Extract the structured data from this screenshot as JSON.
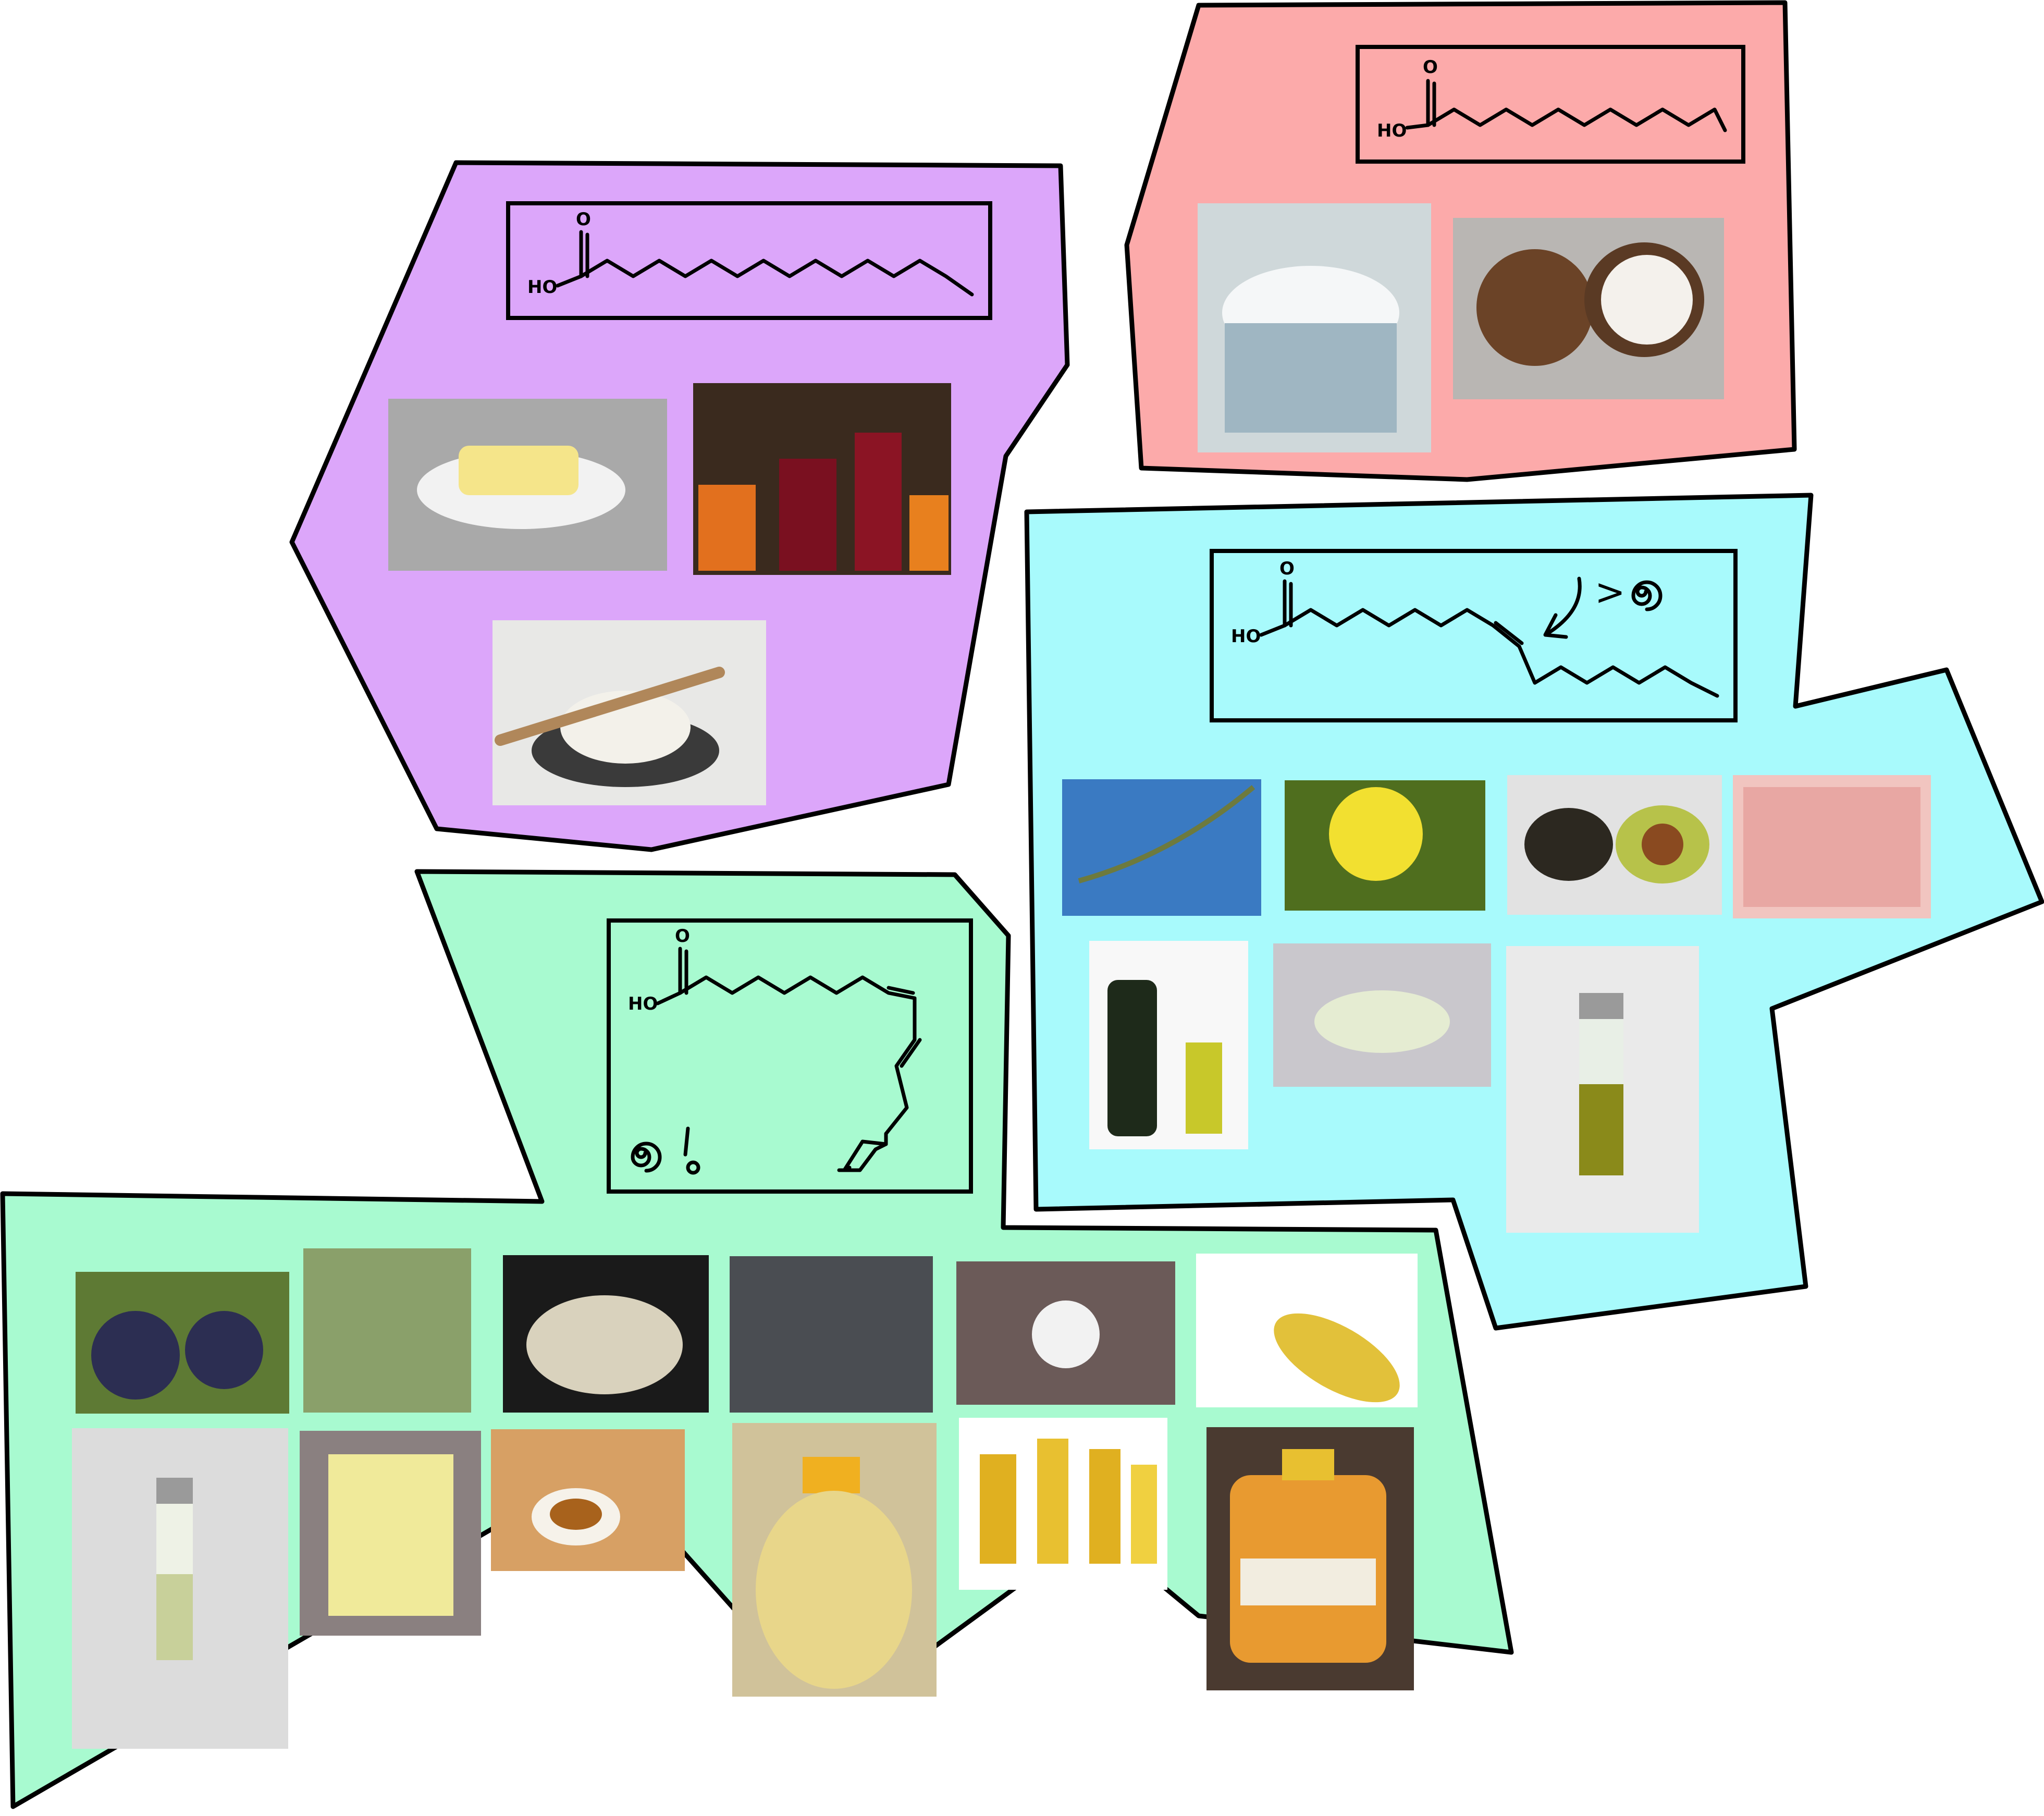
{
  "colors": {
    "palmitic_region": "#dca6fa",
    "lauric_region": "#fcaaaa",
    "oleic_region": "#a8fafc",
    "linoleic_region": "#a8fad0",
    "outline": "#000000"
  },
  "structures": {
    "lauric": {
      "hydroxyl_label": "HO",
      "carbonyl_label": "O"
    },
    "palmitic": {
      "hydroxyl_label": "HO",
      "carbonyl_label": "O"
    },
    "oleic": {
      "hydroxyl_label": "HO",
      "carbonyl_label": "O",
      "comparison_symbol": ">"
    },
    "linoleic": {
      "hydroxyl_label": "HO",
      "carbonyl_label": "O"
    }
  },
  "icons": {
    "oleic_spiral": "spiral-icon",
    "linoleic_spiral": "spiral-icon",
    "linoleic_exclaim": "exclamation-icon"
  }
}
